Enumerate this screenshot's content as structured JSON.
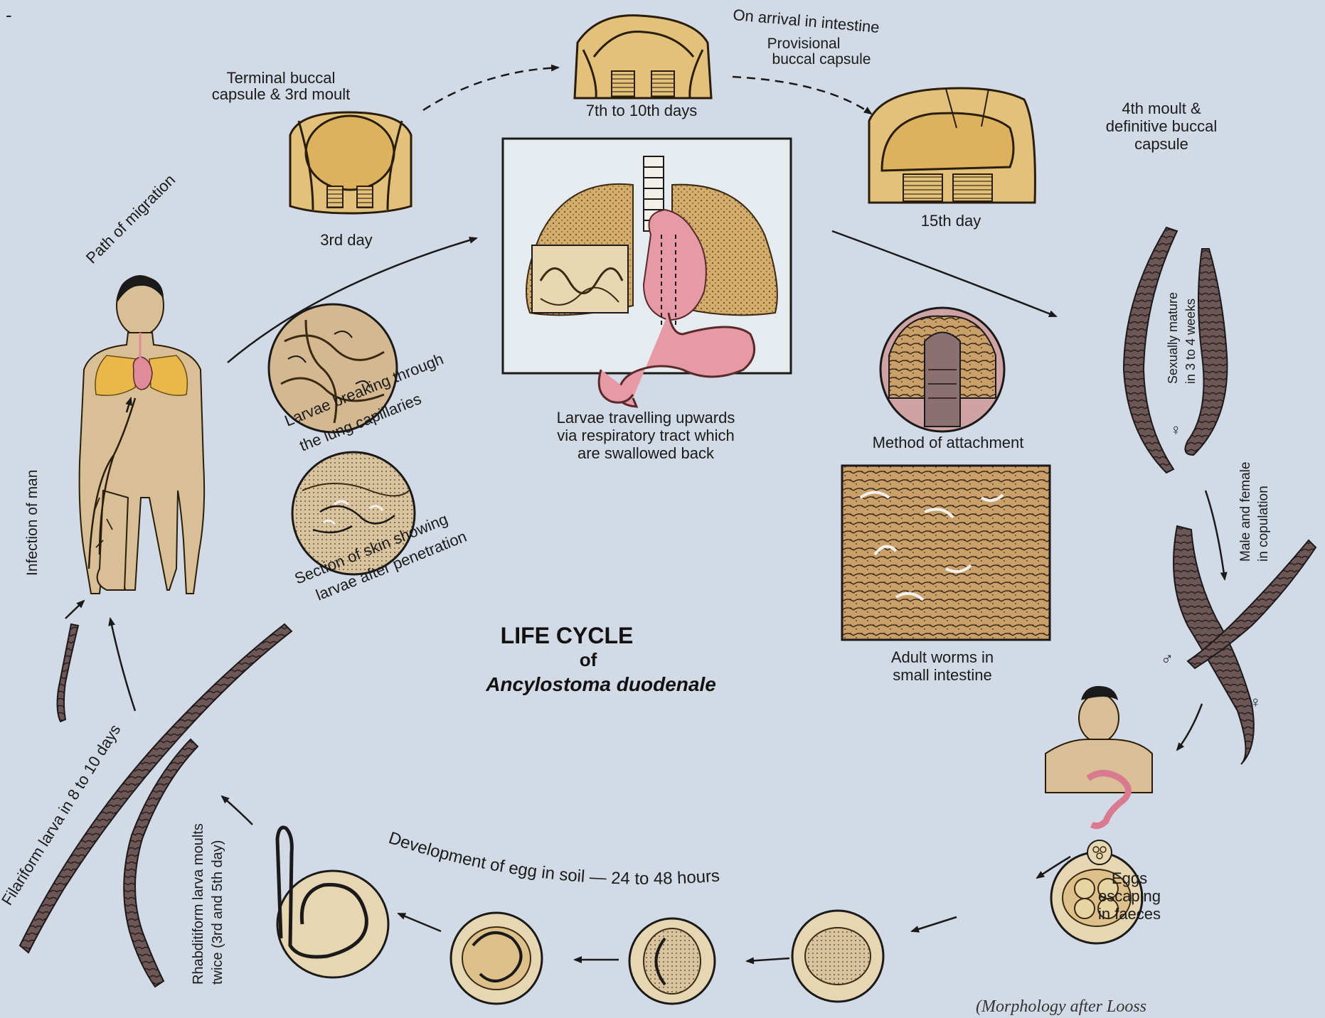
{
  "title": {
    "line1": "LIFE CYCLE",
    "line2": "of",
    "line3": "Ancylostoma duodenale"
  },
  "credit": "(Morphology after Looss",
  "labels": {
    "terminal_buccal_1": "Terminal buccal",
    "terminal_buccal_2": "capsule & 3rd moult",
    "day3": "3rd day",
    "on_arrival": "On arrival in intestine",
    "provisional_1": "Provisional",
    "provisional_2": "buccal capsule",
    "days_7_10": "7th to 10th days",
    "moult4_1": "4th moult &",
    "moult4_2": "definitive buccal",
    "moult4_3": "capsule",
    "day15": "15th day",
    "path_of_migration": "Path of migration",
    "larvae_travel_1": "Larvae travelling upwards",
    "larvae_travel_2": "via respiratory tract which",
    "larvae_travel_3": "are swallowed back",
    "lung_cap_1": "Larvae breaking through",
    "lung_cap_2": "the lung capillaries",
    "skin_1": "Section of skin showing",
    "skin_2": "larvae after penetration",
    "method_attachment": "Method of attachment",
    "adult_1": "Adult worms in",
    "adult_2": "small intestine",
    "sexually_mature_1": "Sexually mature",
    "sexually_mature_2": "in 3 to 4 weeks",
    "male_female_1": "Male and female",
    "male_female_2": "in copulation",
    "infection_of_man": "Infection of man",
    "filariform": "Filariform larva in 8 to 10 days",
    "rhabditiform_1": "Rhabditiform larva moults",
    "rhabditiform_2": "twice (3rd and 5th day)",
    "development": "Development of egg in soil — 24 to 48 hours",
    "eggs_1": "Eggs",
    "eggs_2": "escaping",
    "eggs_3": "in faeces"
  },
  "symbols": {
    "female": "♀",
    "male": "♂"
  },
  "colors": {
    "background": "#cfd8e4",
    "tan": "#e2c27a",
    "lung": "#c9a56a",
    "heart": "#e59aa5",
    "worm": "#4a3838",
    "skin": "#d8bf95"
  }
}
